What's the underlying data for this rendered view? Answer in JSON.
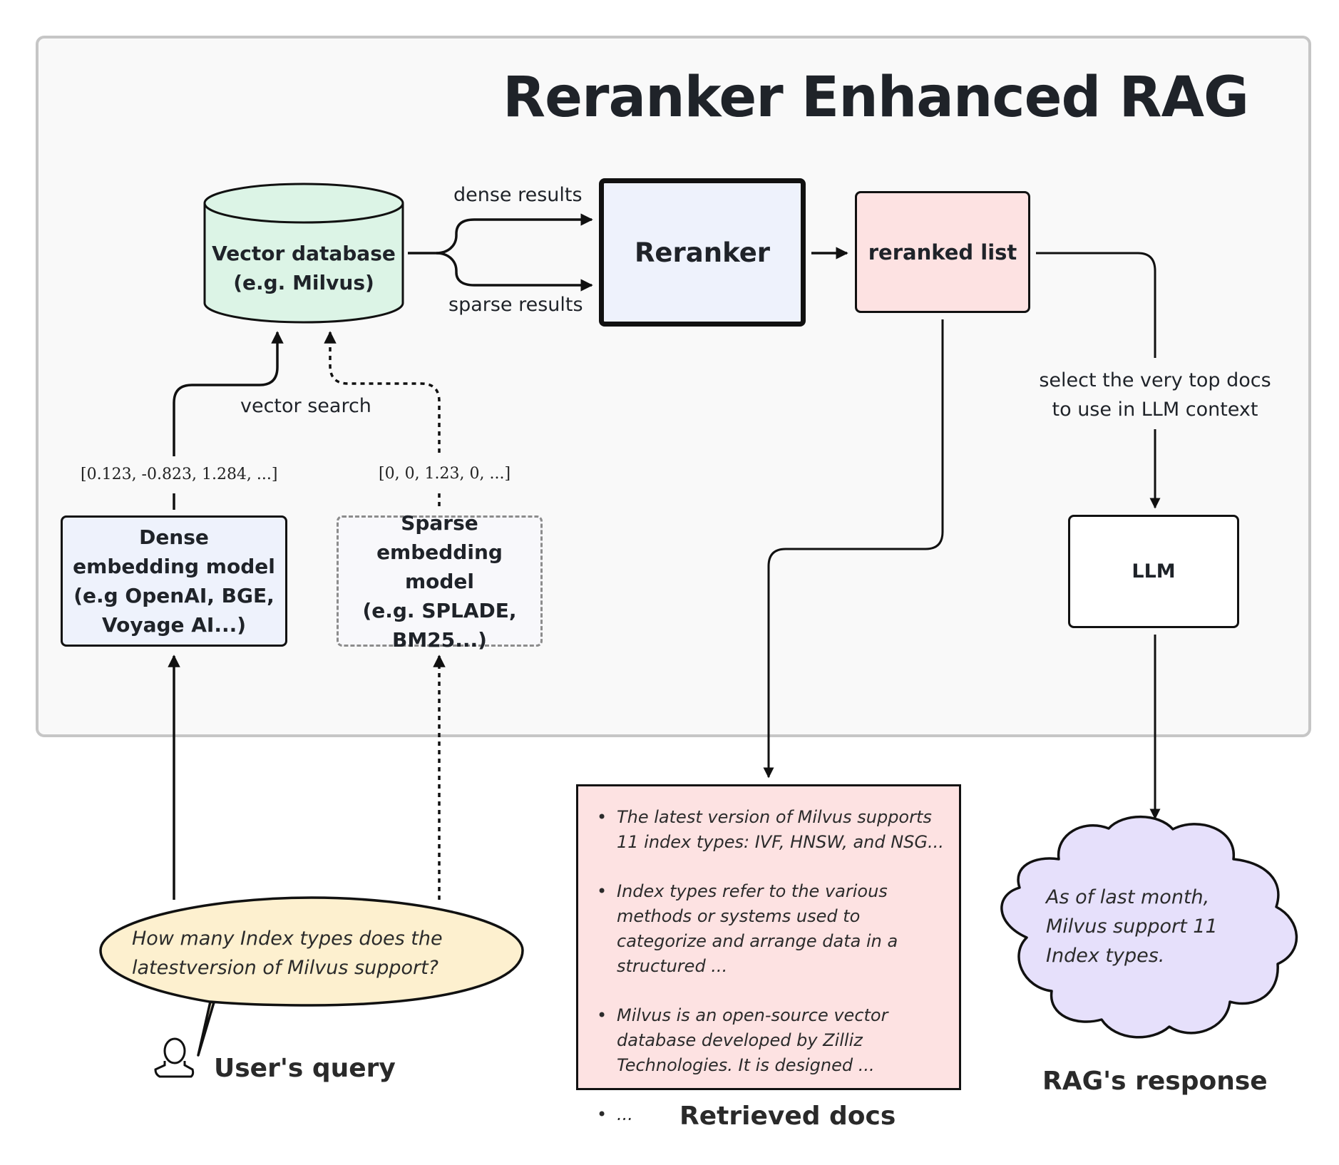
{
  "title": "Reranker Enhanced RAG",
  "vector_db": {
    "label": "Vector database\n(e.g. Milvus)"
  },
  "edges": {
    "dense_results": "dense results",
    "sparse_results": "sparse results",
    "vector_search": "vector search",
    "select_top": "select the very top docs\nto use in LLM context"
  },
  "reranker": {
    "label": "Reranker"
  },
  "reranked_list": {
    "label": "reranked list"
  },
  "llm": {
    "label": "LLM"
  },
  "dense_model": {
    "label": "Dense\nembedding model\n(e.g OpenAI, BGE,\nVoyage AI...)",
    "vector": "[0.123, -0.823, 1.284, ...]"
  },
  "sparse_model": {
    "label": "Sparse\nembedding model\n(e.g. SPLADE,\nBM25...)",
    "vector": "[0, 0, 1.23, 0, ...]"
  },
  "query": {
    "text": "How many Index types does the\nlatestversion of Milvus support?",
    "caption": "User's  query"
  },
  "retrieved_docs": {
    "items": [
      " The latest version of Milvus supports 11 index types: IVF, HNSW, and NSG...",
      "Index types refer to the various methods or systems used to categorize and arrange data in a structured ...",
      "Milvus is an open-source vector database developed by Zilliz Technologies. It is designed ...",
      "..."
    ],
    "caption": "Retrieved docs"
  },
  "response": {
    "text": "As of last month,\nMilvus support 11\nIndex types.",
    "caption": "RAG's response"
  },
  "colors": {
    "panel_bg": "#f9f9f9",
    "vector_db_fill": "#dcf4e6",
    "reranker_fill": "#eef2fc",
    "reranked_fill": "#fde2e2",
    "query_bubble_fill": "#fdf0cf",
    "response_cloud_fill": "#e6e0fb"
  }
}
